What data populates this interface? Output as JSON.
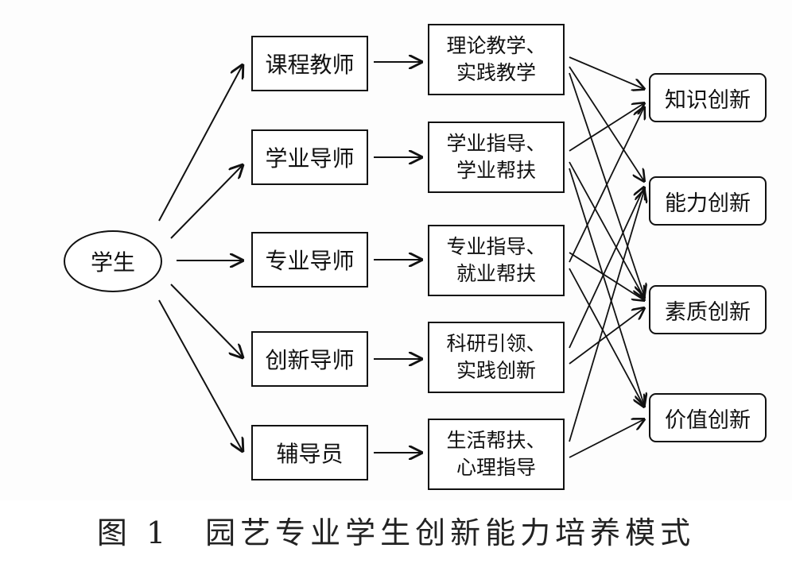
{
  "student": "学生",
  "mentors": [
    "课程教师",
    "学业导师",
    "专业导师",
    "创新导师",
    "辅导员"
  ],
  "activities": [
    [
      "理论教学、",
      "实践教学"
    ],
    [
      "学业指导、",
      "学业帮扶"
    ],
    [
      "专业指导、",
      "就业帮扶"
    ],
    [
      "科研引领、",
      "实践创新"
    ],
    [
      "生活帮扶、",
      "心理指导"
    ]
  ],
  "outcomes": [
    "知识创新",
    "能力创新",
    "素质创新",
    "价值创新"
  ],
  "caption": "图 1　园艺专业学生创新能力培养模式"
}
